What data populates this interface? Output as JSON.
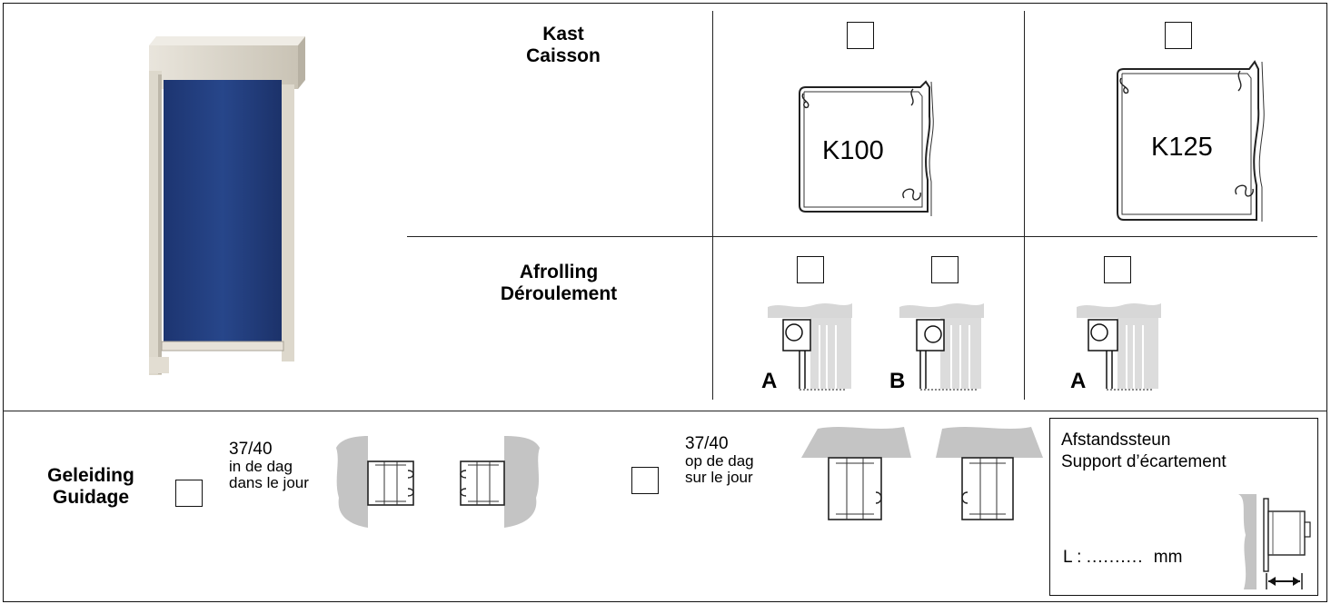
{
  "caisson": {
    "title_nl": "Kast",
    "title_fr": "Caisson",
    "options": [
      {
        "code": "K100",
        "checked": false
      },
      {
        "code": "K125",
        "checked": false
      }
    ]
  },
  "afrolling": {
    "title_nl": "Afrolling",
    "title_fr": "Déroulement",
    "options": [
      {
        "letter": "A",
        "checked": false
      },
      {
        "letter": "B",
        "checked": false
      },
      {
        "letter": "A",
        "checked": false
      }
    ]
  },
  "geleiding": {
    "title_nl": "Geleiding",
    "title_fr": "Guidage",
    "options": [
      {
        "size": "37/40",
        "label_nl": "in de dag",
        "label_fr": "dans le jour",
        "checked": false
      },
      {
        "size": "37/40",
        "label_nl": "op de dag",
        "label_fr": "sur le jour",
        "checked": false
      }
    ]
  },
  "afstandssteun": {
    "title_nl": "Afstandssteun",
    "title_fr": "Support d’écartement",
    "length_label": "L :",
    "length_placeholder": "..........",
    "unit": "mm"
  },
  "colors": {
    "screen_fabric": "#233d7a",
    "frame_beige": "#d8d2c4",
    "wall_grey": "#bdbdbd"
  }
}
